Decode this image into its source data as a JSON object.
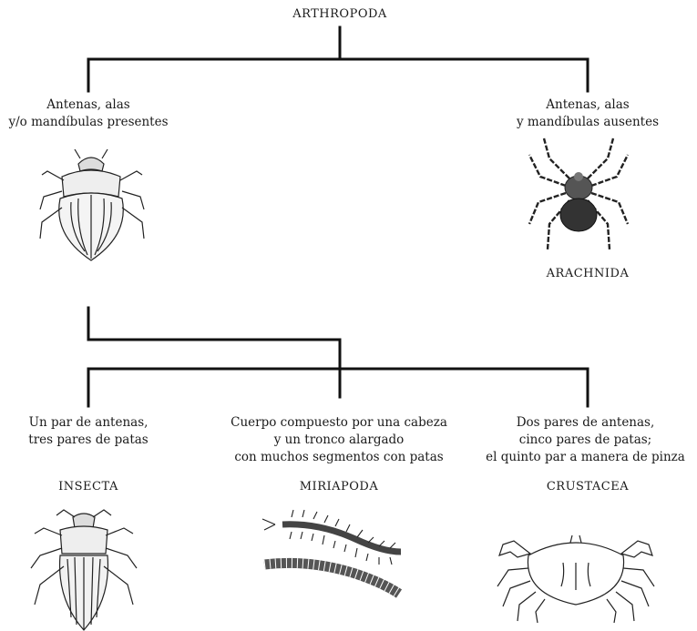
{
  "root": {
    "label": "ARTHROPODA"
  },
  "branch_present": {
    "text_line1": "Antenas, alas",
    "text_line2": "y/o mandíbulas presentes",
    "icon": "beetle-illustration"
  },
  "branch_absent": {
    "text_line1": "Antenas, alas",
    "text_line2": "y mandíbulas ausentes",
    "taxon": "ARACHNIDA",
    "icon": "spider-illustration"
  },
  "insecta": {
    "text_line1": "Un par de antenas,",
    "text_line2": "tres pares de patas",
    "taxon": "INSECTA",
    "icon": "ground-beetle-illustration"
  },
  "miriapoda": {
    "text_line1": "Cuerpo compuesto por una cabeza",
    "text_line2": "y un tronco alargado",
    "text_line3": "con muchos segmentos con patas",
    "taxon": "MIRIAPODA",
    "icon": "centipede-millipede-illustration"
  },
  "crustacea": {
    "text_line1": "Dos pares de antenas,",
    "text_line2": "cinco pares de patas;",
    "text_line3": "el quinto par a manera de pinza",
    "taxon": "CRUSTACEA",
    "icon": "crab-illustration"
  },
  "colors": {
    "line": "#111111",
    "text": "#1a1a1a",
    "ink": "#222222"
  }
}
